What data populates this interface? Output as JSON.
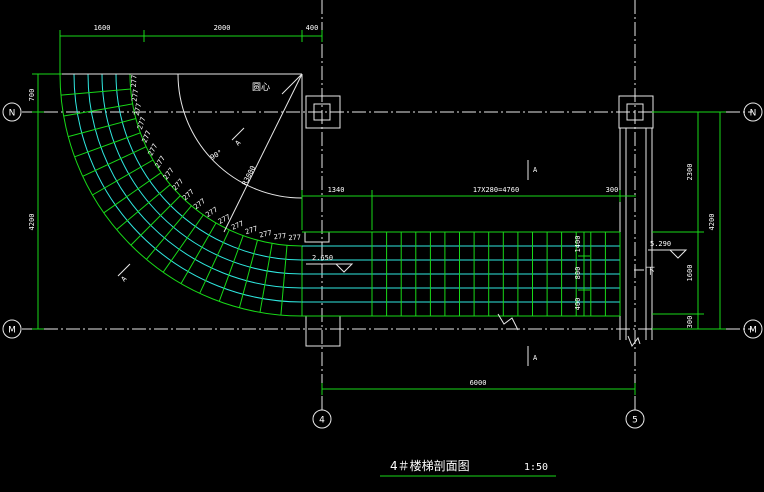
{
  "drawing": {
    "title": "4＃楼梯剖面图",
    "scale": "1:50"
  },
  "axes": {
    "n_left": "N",
    "n_right": "N",
    "m_left": "M",
    "m_right": "M",
    "col_4": "4",
    "col_5": "5"
  },
  "dimensions": {
    "top_1600": "1600",
    "top_2000": "2000",
    "top_400": "400",
    "left_700": "700",
    "left_4200": "4200",
    "run_1340": "1340",
    "run_steps": "17X280=4760",
    "run_300": "300",
    "right_2300": "2300",
    "right_1600": "1600",
    "right_300": "300",
    "right_4200": "4200",
    "bottom_6000": "6000",
    "mid_1400": "1400",
    "mid_800": "800",
    "mid_400": "400"
  },
  "annotations": {
    "center_label": "圆心",
    "angle": "90°",
    "radius": "R3000",
    "elev_low": "2.650",
    "elev_high": "5.290",
    "down": "下",
    "section_a": "A"
  },
  "tread_labels": [
    "277",
    "277",
    "277",
    "277",
    "277",
    "277",
    "277",
    "277",
    "277",
    "277",
    "277",
    "277",
    "277",
    "277",
    "277",
    "277",
    "277",
    "277"
  ],
  "colors": {
    "green": "#18d818",
    "cyan": "#2fe8e0",
    "white": "#e8e8e8",
    "background": "#000000"
  }
}
